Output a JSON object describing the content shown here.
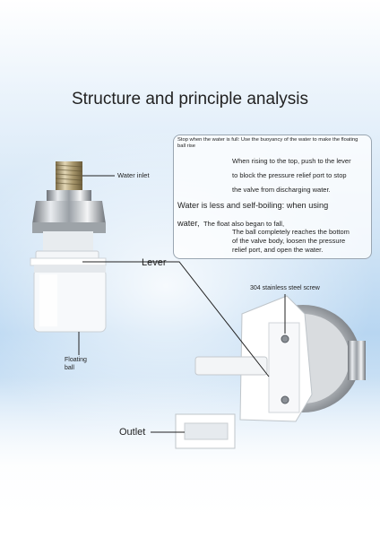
{
  "title": "Structure and principle analysis",
  "info": {
    "line1a": "Stop when the water is full: Use the buoyancy of the water to make the floating",
    "line1b": "ball rise",
    "line2": "When rising to the top, push to the lever",
    "line3": "to block the pressure relief port to stop",
    "line4": "the valve from discharging water.",
    "line5a": "Water is less and self-boiling: when using",
    "line5b_big": "water,",
    "line5b_small": "The float also began to fall,",
    "line6": "The ball completely reaches the bottom",
    "line7": "of the valve body, loosen the pressure",
    "line8": "relief port, and open the water."
  },
  "labels": {
    "water_inlet": "Water inlet",
    "lever": "Lever",
    "screw": "304 stainless steel screw",
    "floating_ball_1": "Floating",
    "floating_ball_2": "ball",
    "outlet": "Outlet"
  }
}
